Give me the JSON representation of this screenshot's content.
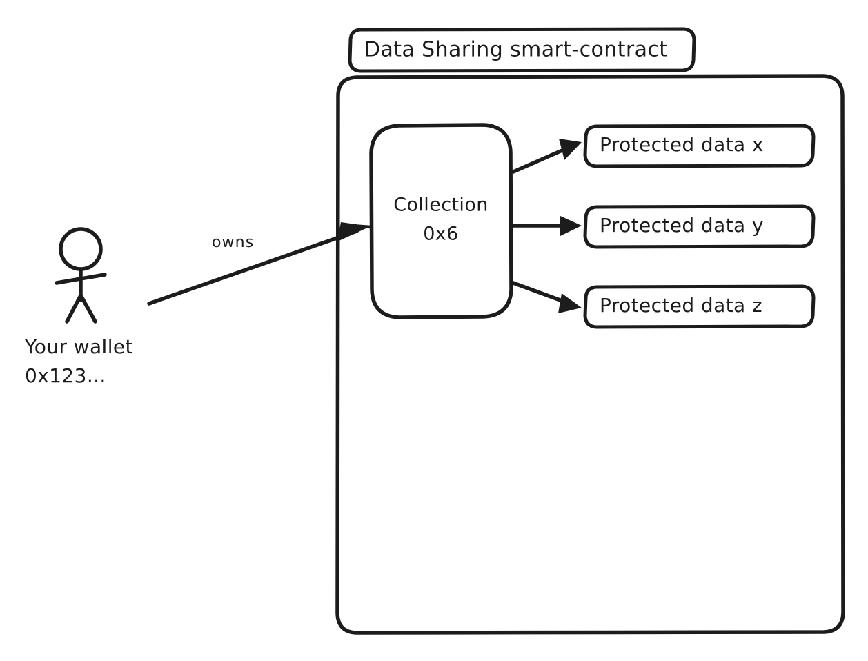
{
  "diagram": {
    "title": "Data Sharing smart-contract",
    "background_color": "#ffffff",
    "stroke_color": "#1c1c1c",
    "text_color": "#1c1c1c",
    "style": "hand-drawn excalidraw sketch"
  },
  "actor": {
    "icon": "stick-figure-person-icon",
    "label_line1": "Your wallet",
    "label_line2": "0x123..."
  },
  "edges": {
    "owns": {
      "label": "owns",
      "from": "Your wallet 0x123...",
      "to": "Collection 0x6"
    },
    "collection_to_data": [
      {
        "from": "Collection 0x6",
        "to": "Protected data x",
        "label": ""
      },
      {
        "from": "Collection 0x6",
        "to": "Protected data y",
        "label": ""
      },
      {
        "from": "Collection 0x6",
        "to": "Protected data z",
        "label": ""
      }
    ]
  },
  "contract": {
    "title": "Data Sharing smart-contract",
    "collection": {
      "label_line1": "Collection",
      "label_line2": "0x6"
    },
    "protected_data": [
      {
        "label": "Protected data x"
      },
      {
        "label": "Protected data y"
      },
      {
        "label": "Protected data z"
      }
    ]
  }
}
